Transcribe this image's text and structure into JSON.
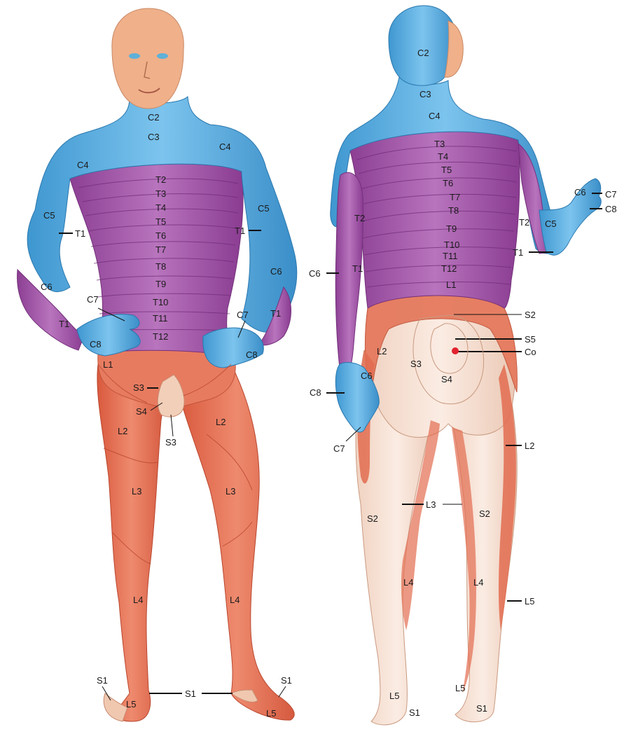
{
  "colors": {
    "cervical": "#4fa9dd",
    "cervical_dark": "#2f86bf",
    "thoracic": "#a04fa6",
    "thoracic_dark": "#7d3584",
    "lumbar": "#e4735a",
    "lumbar_dark": "#c9553b",
    "sacral": "#f3ddd0",
    "skin": "#efb08a"
  },
  "front": {
    "head": {
      "c2": "C2",
      "c3": "C3"
    },
    "shoulders": {
      "c4_left": "C4",
      "c4_right": "C4"
    },
    "arms": {
      "c5_left": "C5",
      "c5_right": "C5",
      "t1_left": "T1",
      "t1_right": "T1",
      "c6_left": "C6",
      "c6_right": "C6",
      "t1_left_forearm": "T1",
      "t1_right_forearm": "T1",
      "c7_left": "C7",
      "c7_right": "C7",
      "c8_left": "C8",
      "c8_right": "C8"
    },
    "trunk": [
      "T2",
      "T3",
      "T4",
      "T5",
      "T6",
      "T7",
      "T8",
      "T9",
      "T10",
      "T11",
      "T12"
    ],
    "pelvis": {
      "l1": "L1",
      "s3": "S3",
      "s4": "S4",
      "s3_lower": "S3"
    },
    "legs": {
      "l2_left": "L2",
      "l2_right": "L2",
      "l3_left": "L3",
      "l3_right": "L3",
      "l4_left": "L4",
      "l4_right": "L4",
      "l5_left": "L5",
      "l5_right": "L5",
      "s1_left": "S1",
      "s1_right": "S1",
      "s1_center": "S1"
    }
  },
  "back": {
    "head": {
      "c2": "C2",
      "c3": "C3",
      "c4": "C4"
    },
    "trunk": [
      "T3",
      "T4",
      "T5",
      "T6",
      "T7",
      "T8",
      "T9",
      "T10",
      "T11",
      "T12",
      "L1"
    ],
    "arms": {
      "t2_left": "T2",
      "t1_left": "T1",
      "c6_left": "C6",
      "c8_left": "C8",
      "c6_hand": "C6",
      "c7_left": "C7",
      "c6_right": "C6",
      "c7_right": "C7",
      "c8_right": "C8",
      "t2_right": "T2",
      "c5_right": "C5",
      "t1_right": "T1"
    },
    "sacral": {
      "s2": "S2",
      "s5": "S5",
      "co": "Co",
      "l2_hip": "L2",
      "s3": "S3",
      "s4": "S4"
    },
    "legs": {
      "l2_right": "L2",
      "l3": "L3",
      "s2_left": "S2",
      "s2_right": "S2",
      "l4_left": "L4",
      "l4_right": "L4",
      "l5_right": "L5",
      "l5_left_foot": "L5",
      "l5_right_foot": "L5",
      "s1_left": "S1",
      "s1_right": "S1"
    }
  }
}
